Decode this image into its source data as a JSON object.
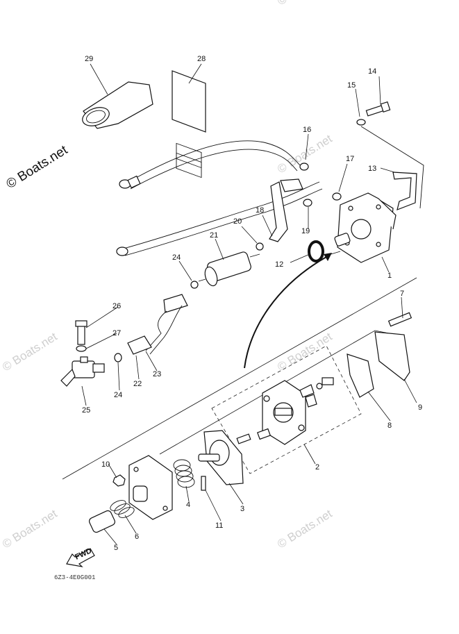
{
  "watermarks": {
    "main": "© Boats.net",
    "faded": "© Boats.net"
  },
  "callouts": {
    "p1": "1",
    "p2": "2",
    "p3": "3",
    "p4": "4",
    "p5": "5",
    "p6": "6",
    "p7": "7",
    "p8": "8",
    "p9": "9",
    "p10": "10",
    "p11": "11",
    "p12": "12",
    "p13": "13",
    "p14": "14",
    "p15": "15",
    "p16": "16",
    "p17": "17",
    "p18": "18",
    "p19": "19",
    "p20": "20",
    "p21": "21",
    "p22": "22",
    "p23": "23",
    "p24a": "24",
    "p24b": "24",
    "p25": "25",
    "p26": "26",
    "p27": "27",
    "p28": "28",
    "p29": "29"
  },
  "fwd_label": "FWD",
  "diagram_code": "6Z3-4E0G001",
  "colors": {
    "ink": "#111111",
    "watermark": "#cfcfcf",
    "background": "#ffffff"
  }
}
